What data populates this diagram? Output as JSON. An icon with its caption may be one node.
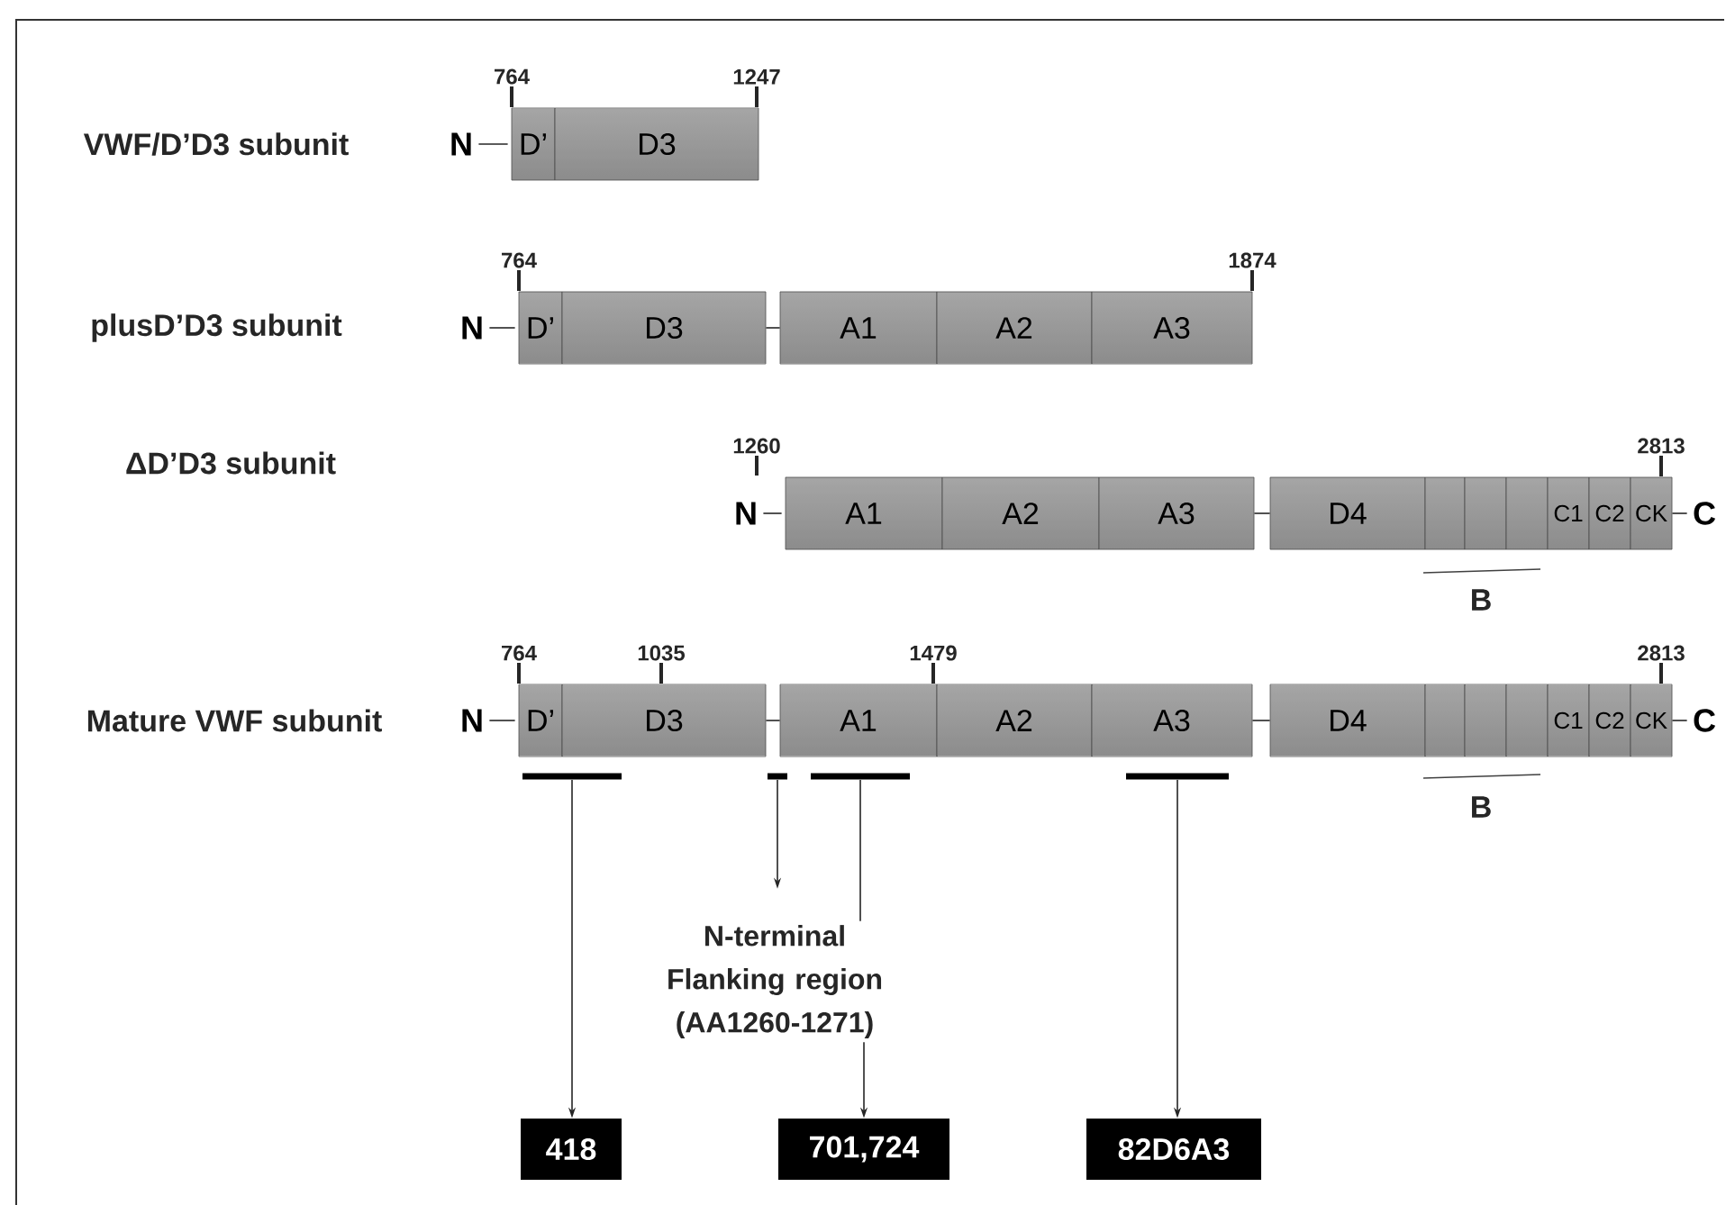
{
  "diagram": {
    "nodes": [
      {
        "text": [
          "N"
        ]
      },
      {
        "text": [
          "D’"
        ],
        "beside": [
          "764"
        ]
      },
      {
        "text": [
          "D3"
        ],
        "beside": [
          "1247"
        ]
      },
      {
        "text": [
          "N"
        ]
      },
      {
        "text": [
          "D’"
        ],
        "beside": [
          "764"
        ]
      },
      {
        "text": [
          "D3"
        ]
      },
      {
        "text": [
          "A1"
        ]
      },
      {
        "text": [
          "A2"
        ]
      },
      {
        "text": [
          "A3"
        ],
        "beside": [
          "1874"
        ]
      },
      {
        "text": [
          "N"
        ]
      },
      {
        "text": [
          "A1"
        ]
      },
      {
        "text": [
          "A2"
        ]
      },
      {
        "text": [
          "A3"
        ]
      },
      {
        "text": [
          "D4"
        ]
      },
      {
        "text": [],
        "shape": "box"
      },
      {
        "text": [],
        "shape": "box"
      },
      {
        "text": [],
        "shape": "box"
      },
      {
        "text": [
          "C1"
        ]
      },
      {
        "text": [
          "C2"
        ]
      },
      {
        "text": [
          "CK"
        ],
        "beside": [
          "2813"
        ]
      },
      {
        "text": [
          "C"
        ]
      },
      {
        "text": [
          "N"
        ]
      },
      {
        "text": [
          "D’"
        ],
        "beside": [
          "764"
        ]
      },
      {
        "text": [
          "D3"
        ],
        "beside": [
          "1035"
        ]
      },
      {
        "text": [
          "A1"
        ],
        "beside": [
          "1479"
        ]
      },
      {
        "text": [
          "A2"
        ]
      },
      {
        "text": [
          "A3"
        ]
      },
      {
        "text": [
          "D4"
        ]
      },
      {
        "text": [],
        "shape": "box"
      },
      {
        "text": [],
        "shape": "box"
      },
      {
        "text": [],
        "shape": "box"
      },
      {
        "text": [
          "C1"
        ]
      },
      {
        "text": [
          "C2"
        ]
      },
      {
        "text": [
          "CK"
        ],
        "beside": [
          "2813"
        ]
      },
      {
        "text": [
          "C"
        ]
      },
      {
        "text": [],
        "shape": "bar"
      },
      {
        "text": [],
        "shape": "bar"
      },
      {
        "text": [],
        "shape": "bar"
      },
      {
        "text": [],
        "shape": "bar"
      },
      {
        "text": [
          "N-terminal Flanking region (AA1260-1271)"
        ]
      },
      {
        "text": [
          "418"
        ]
      },
      {
        "text": [
          "701,724"
        ]
      },
      {
        "text": [
          "82D6A3"
        ]
      }
    ],
    "edges": [
      {
        "from": 0,
        "to": 1,
        "arrow": "none"
      },
      {
        "from": 3,
        "to": 4,
        "arrow": "none"
      },
      {
        "from": 5,
        "to": 6,
        "arrow": "none"
      },
      {
        "from": 9,
        "to": 10,
        "arrow": "none"
      },
      {
        "from": 12,
        "to": 13,
        "arrow": "none"
      },
      {
        "from": 19,
        "to": 20,
        "arrow": "none"
      },
      {
        "from": 21,
        "to": 22,
        "arrow": "none"
      },
      {
        "from": 23,
        "to": 24,
        "arrow": "none"
      },
      {
        "from": 26,
        "to": 27,
        "arrow": "none"
      },
      {
        "from": 33,
        "to": 34,
        "arrow": "none"
      },
      {
        "from": 35,
        "to": 40,
        "arrow": "to"
      },
      {
        "from": 36,
        "to": 39,
        "arrow": "to"
      },
      {
        "from": 37,
        "to": 39,
        "arrow": "none"
      },
      {
        "from": 39,
        "to": 41,
        "arrow": "to"
      },
      {
        "from": 38,
        "to": 42,
        "arrow": "to"
      }
    ],
    "labels": [
      "VWF/D’D3 subunit",
      "plusD’D3 subunit",
      "1260",
      "ΔD’D3 subunit",
      "B",
      "Mature VWF subunit",
      "B"
    ]
  }
}
